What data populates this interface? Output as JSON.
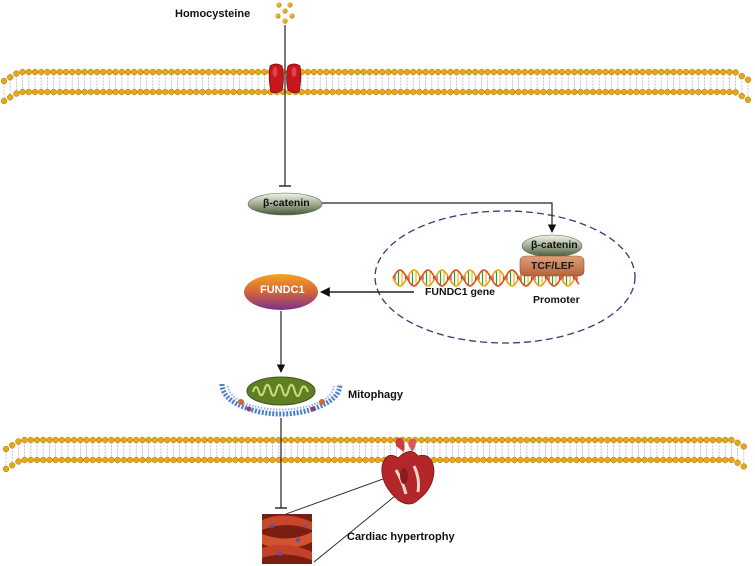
{
  "labels": {
    "homocysteine": "Homocysteine",
    "beta_catenin_cytoplasm": "β-catenin",
    "beta_catenin_nucleus": "β-catenin",
    "tcf_lef": "TCF/LEF",
    "fundc1_gene": "FUNDC1 gene",
    "promoter": "Promoter",
    "fundc1_protein": "FUNDC1",
    "mitophagy": "Mitophagy",
    "cardiac_hypertrophy": "Cardiac hypertrophy"
  },
  "colors": {
    "lipid_head": "#e6a817",
    "lipid_head_edge": "#a87308",
    "lipid_tail": "#b9b9b9",
    "channel": "#c8161d",
    "beta_catenin_top": "#eef0e6",
    "beta_catenin_bottom": "#4b5f38",
    "tcf_lef": "#c97a4e",
    "fundc1_top": "#f08a1c",
    "fundc1_bottom": "#7b2f8c",
    "nucleus_border": "#2f3f73",
    "mitochondrion": "#6c8a2a",
    "autophagosome": "#4a7fc9",
    "heart": "#b3262a",
    "muscle": "#b0341f",
    "line": "#222222"
  },
  "icons": {
    "homocysteine": "molecule-dots-icon",
    "channel": "membrane-channel-icon",
    "dna": "dna-helix-icon",
    "mitochondrion": "mitochondrion-icon",
    "heart": "heart-icon",
    "muscle": "cardiac-muscle-icon"
  }
}
